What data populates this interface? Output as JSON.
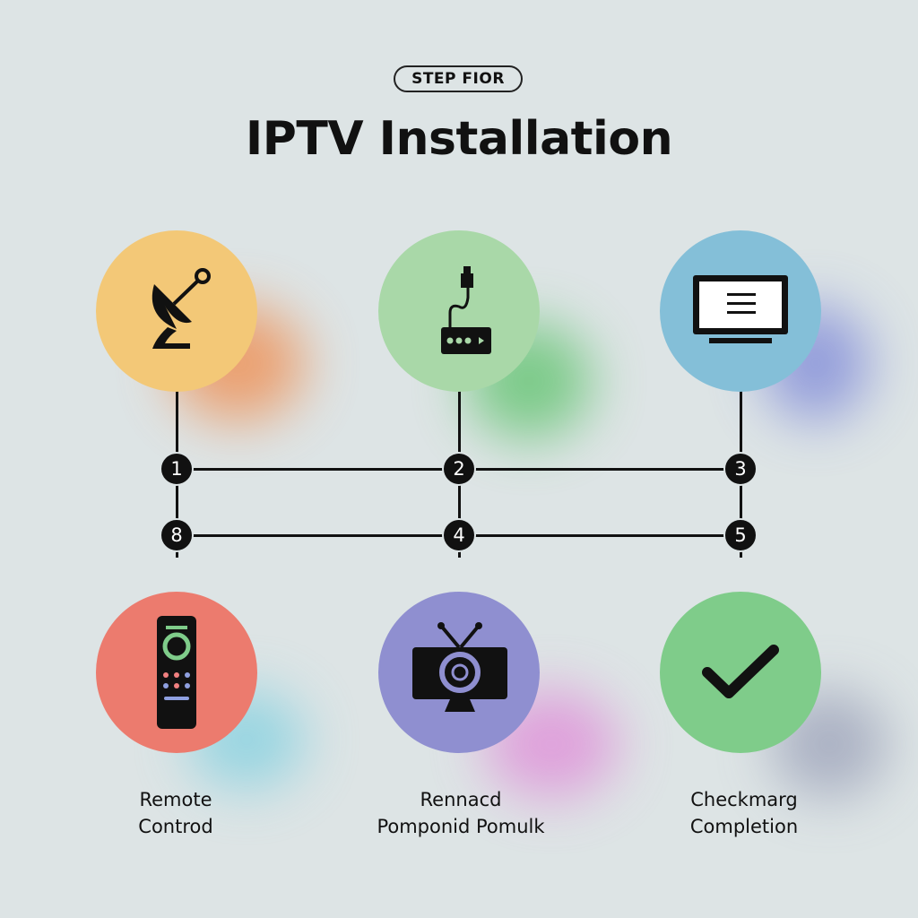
{
  "header": {
    "badge": "STEP FIOR",
    "title": "IPTV Installation"
  },
  "colors": {
    "background": "#dde4e5",
    "yellow": "#f3c877",
    "green": "#a9d8a8",
    "blue": "#84bfd8",
    "red": "#ec7b6e",
    "purple": "#8f8fd0",
    "green2": "#7fcc8a"
  },
  "top_icons": [
    {
      "icon": "satellite-dish-icon"
    },
    {
      "icon": "router-icon"
    },
    {
      "icon": "tv-monitor-icon"
    }
  ],
  "steps_row1": [
    "1",
    "2",
    "3"
  ],
  "steps_row2": [
    "8",
    "4",
    "5"
  ],
  "bottom_items": [
    {
      "icon": "remote-control-icon",
      "line1": "Remote",
      "line2": "Controd"
    },
    {
      "icon": "tv-antenna-icon",
      "line1": "Rennacd",
      "line2": "Pomponid Pomulk"
    },
    {
      "icon": "checkmark-icon",
      "line1": "Checkmarg",
      "line2": "Completion"
    }
  ]
}
